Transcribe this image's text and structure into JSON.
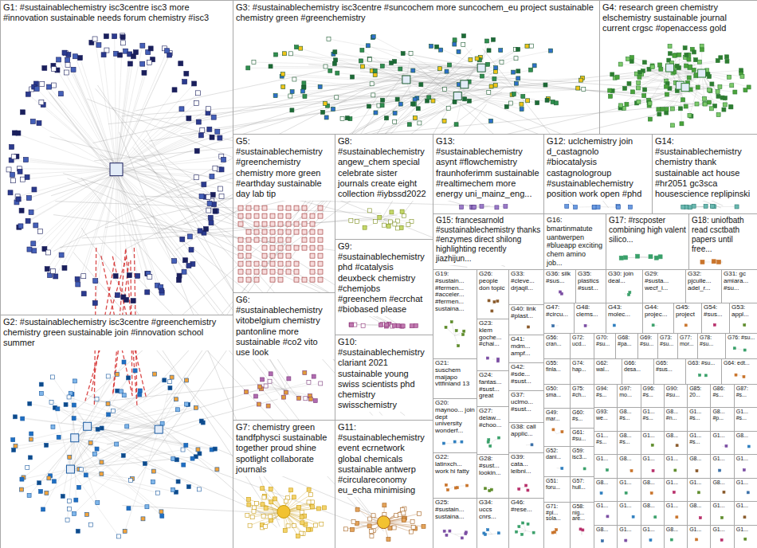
{
  "diagram": {
    "nodes": [
      {
        "text": [
          "G1: #sustainablechemistry isc3centre isc3 more #innovation sustainable needs forum chemistry #isc3"
        ]
      },
      {
        "text": [
          "G3: #sustainablechemistry isc3centre #suncochem more suncochem_eu project sustainable chemistry green #greenchemistry"
        ]
      },
      {
        "text": [
          "G4: research green chemistry elschemistry sustainable journal current crgsc #openaccess gold"
        ]
      },
      {
        "text": [
          "G5: #sustainablechemistry #greenchemistry chemistry more green #earthday sustainable day lab tip"
        ]
      },
      {
        "text": [
          "G8: #sustainablechemistry angew_chem special celebrate sister journals create eight collection #iybssd2022"
        ]
      },
      {
        "text": [
          "G13: #sustainablechemistry asynt #flowchemistry fraunhoferimm sustainable #realtimechem more energy uni_mainz_eng..."
        ]
      },
      {
        "text": [
          "G12: uclchemistry join d_castagnolo #biocatalysis castagnologroup #sustainablechemistry position work open #phd"
        ]
      },
      {
        "text": [
          "G14: #sustainablechemistry chemistry thank sustainable act house #hr2051 gc3sca housescience replipinski"
        ]
      },
      {
        "text": [
          "G15: francesarnold #sustainablechemistry thanks #enzymes direct shilong highlighting recently jiazhijun..."
        ]
      },
      {
        "text": [
          "G16: bmartinmatute uantwerpen #blueapp exciting chem amino job..."
        ]
      },
      {
        "text": [
          "G17: #rscposter combining high valent silico..."
        ]
      },
      {
        "text": [
          "G18: uniofbath read csctbath papers until free..."
        ]
      },
      {
        "text": [
          "G9: #sustainablechemistry phd #catalysis deuxbeck chemistry #chemjobs #greenchem #ecrchat #biobased please"
        ]
      },
      {
        "text": [
          "G19: #sustain... #fermen... #acceler... #fermen... sustaina..."
        ]
      },
      {
        "text": [
          "G26: people don topic"
        ]
      },
      {
        "text": [
          "G33: #cleve... drjaqil..."
        ]
      },
      {
        "text": [
          "G36: silk #sus..."
        ]
      },
      {
        "text": [
          "G35: plastics #sust..."
        ]
      },
      {
        "text": [
          "G30: join deal..."
        ]
      },
      {
        "text": [
          "G29: #susta... wecf_i..."
        ]
      },
      {
        "text": [
          "G32: pjculle... adel_r..."
        ]
      },
      {
        "text": [
          "G31: gc amiara... #su..."
        ]
      },
      {
        "text": [
          "G6: #sustainablechemistry vitobelgium chemistry pantonline more sustainable #co2 vito use look"
        ]
      },
      {
        "text": [
          "G47: #circu..."
        ]
      },
      {
        "text": [
          "G48: clems..."
        ]
      },
      {
        "text": [
          "G43: molec..."
        ]
      },
      {
        "text": [
          "G44: projec..."
        ]
      },
      {
        "text": [
          "G45: project"
        ]
      },
      {
        "text": [
          "G54: #sus..."
        ]
      },
      {
        "text": [
          "G53: appl..."
        ]
      },
      {
        "text": [
          "G40: link #plast..."
        ]
      },
      {
        "text": [
          "G2: #sustainablechemistry isc3centre #greenchemistry chemistry green sustainable join #innovation school summer"
        ]
      },
      {
        "text": [
          "G23: klem goche... #chai..."
        ]
      },
      {
        "text": [
          "G10: #sustainablechemistry clariant 2021 sustainable young swiss scientists phd chemistry swisschemistry"
        ]
      },
      {
        "text": [
          "G56: cran..."
        ]
      },
      {
        "text": [
          "G72: ucd..."
        ]
      },
      {
        "text": [
          "G70: #su..."
        ]
      },
      {
        "text": [
          "G68: #pa..."
        ]
      },
      {
        "text": [
          "G69: #su..."
        ]
      },
      {
        "text": [
          "G73: #su..."
        ]
      },
      {
        "text": [
          "G77: mor..."
        ]
      },
      {
        "text": [
          "G78: #su..."
        ]
      },
      {
        "text": [
          "G76: #su..."
        ]
      },
      {
        "text": [
          "G41: mdm... ampf..."
        ]
      },
      {
        "text": [
          "G21: suschem maijapo vttfinland 13"
        ]
      },
      {
        "text": [
          "G55: finla..."
        ]
      },
      {
        "text": [
          "G74: hap..."
        ]
      },
      {
        "text": [
          "G62: wal..."
        ]
      },
      {
        "text": [
          "G66: desa..."
        ]
      },
      {
        "text": [
          "G65: #sus..."
        ]
      },
      {
        "text": [
          "G63: #su..."
        ]
      },
      {
        "text": [
          "G64: edt..."
        ]
      },
      {
        "text": [
          "G42: #sde... #sust..."
        ]
      },
      {
        "text": [
          "G24: fantas... #sust... great"
        ]
      },
      {
        "text": [
          "G50: sma..."
        ]
      },
      {
        "text": [
          "G75: #ch..."
        ]
      },
      {
        "text": [
          "G37: uclmo... #sust..."
        ]
      },
      {
        "text": [
          "G20: maynoo... join dept university wonderf..."
        ]
      },
      {
        "text": [
          "G27: delaw... #choo..."
        ]
      },
      {
        "text": [
          "G49: mar..."
        ]
      },
      {
        "text": [
          "G60: #s..."
        ]
      },
      {
        "text": [
          "G7: chemistry green tandfphysci sustainable together proud shine spotlight collaborate journals"
        ]
      },
      {
        "text": [
          "G11: #sustainablechemistry event ecrnetwork global chemicals sustainable antwerp #circulareconomy eu_echa minimising"
        ]
      },
      {
        "text": [
          "G38: call applic..."
        ]
      },
      {
        "text": [
          "G61: #su..."
        ]
      },
      {
        "text": [
          "G52: dani..."
        ]
      },
      {
        "text": [
          "G59: isc3..."
        ]
      },
      {
        "text": [
          "G22: latinxch... work hi fatty"
        ]
      },
      {
        "text": [
          "G39: cata... leibni..."
        ]
      },
      {
        "text": [
          "G28: #sust... lookin..."
        ]
      },
      {
        "text": [
          "G51: foru..."
        ]
      },
      {
        "text": [
          "G57: hull..."
        ]
      },
      {
        "text": [
          "G25: #sustain... sustaina..."
        ]
      },
      {
        "text": [
          "G34: uccs cnrs..."
        ]
      },
      {
        "text": [
          "G46: #rese..."
        ]
      },
      {
        "text": [
          "G71: #pl... sola..."
        ]
      },
      {
        "text": [
          "G58: nig... are..."
        ]
      },
      {
        "text": [
          "G94: #s..."
        ]
      },
      {
        "text": [
          "G97: mo..."
        ]
      },
      {
        "text": [
          "G96: #s..."
        ]
      },
      {
        "text": [
          "G90: #su..."
        ]
      },
      {
        "text": [
          "G85: 20..."
        ]
      },
      {
        "text": [
          "G86: #s..."
        ]
      },
      {
        "text": [
          "G87: #s..."
        ]
      },
      {
        "text": [
          "G93: we..."
        ]
      },
      {
        "text": [
          "G8... #s..."
        ]
      },
      {
        "text": [
          "G1... #s..."
        ]
      },
      {
        "text": [
          "G8... #n..."
        ]
      },
      {
        "text": [
          "G1... #s..."
        ]
      },
      {
        "text": [
          "G8... #p..."
        ]
      },
      {
        "text": [
          "G1... #s..."
        ]
      },
      {
        "text": [
          "G1... #s..."
        ]
      },
      {
        "text": [
          "G8... #s..."
        ]
      },
      {
        "text": [
          "G1..."
        ]
      },
      {
        "text": [
          "G8..."
        ]
      },
      {
        "text": [
          "G1... #s..."
        ]
      },
      {
        "text": [
          "G1..."
        ]
      },
      {
        "text": [
          "G8..."
        ]
      },
      {
        "text": [
          "G1..."
        ]
      },
      {
        "text": [
          "G8..."
        ]
      },
      {
        "text": [
          "G1..."
        ]
      },
      {
        "text": [
          "G1..."
        ]
      },
      {
        "text": [
          "G8..."
        ]
      },
      {
        "text": [
          "G1..."
        ]
      },
      {
        "text": [
          "G1..."
        ]
      },
      {
        "text": [
          "G8..."
        ]
      },
      {
        "text": [
          "G1..."
        ]
      },
      {
        "text": [
          "G8..."
        ]
      },
      {
        "text": [
          "G1..."
        ]
      },
      {
        "text": [
          "G1..."
        ]
      },
      {
        "text": [
          "G8..."
        ]
      },
      {
        "text": [
          "G1..."
        ]
      },
      {
        "text": [
          "G1..."
        ]
      },
      {
        "text": [
          "G1..."
        ]
      },
      {
        "text": [
          "G8..."
        ]
      },
      {
        "text": [
          "G1..."
        ]
      },
      {
        "text": [
          "G8..."
        ]
      },
      {
        "text": [
          "G1..."
        ]
      },
      {
        "text": [
          "G1..."
        ]
      },
      {
        "text": [
          "G8..."
        ]
      },
      {
        "text": [
          "G1..."
        ]
      },
      {
        "text": [
          "G1..."
        ]
      },
      {
        "text": [
          "G8..."
        ]
      },
      {
        "text": [
          "G1..."
        ]
      },
      {
        "text": [
          "G1..."
        ]
      },
      {
        "text": [
          "G1..."
        ]
      }
    ]
  }
}
